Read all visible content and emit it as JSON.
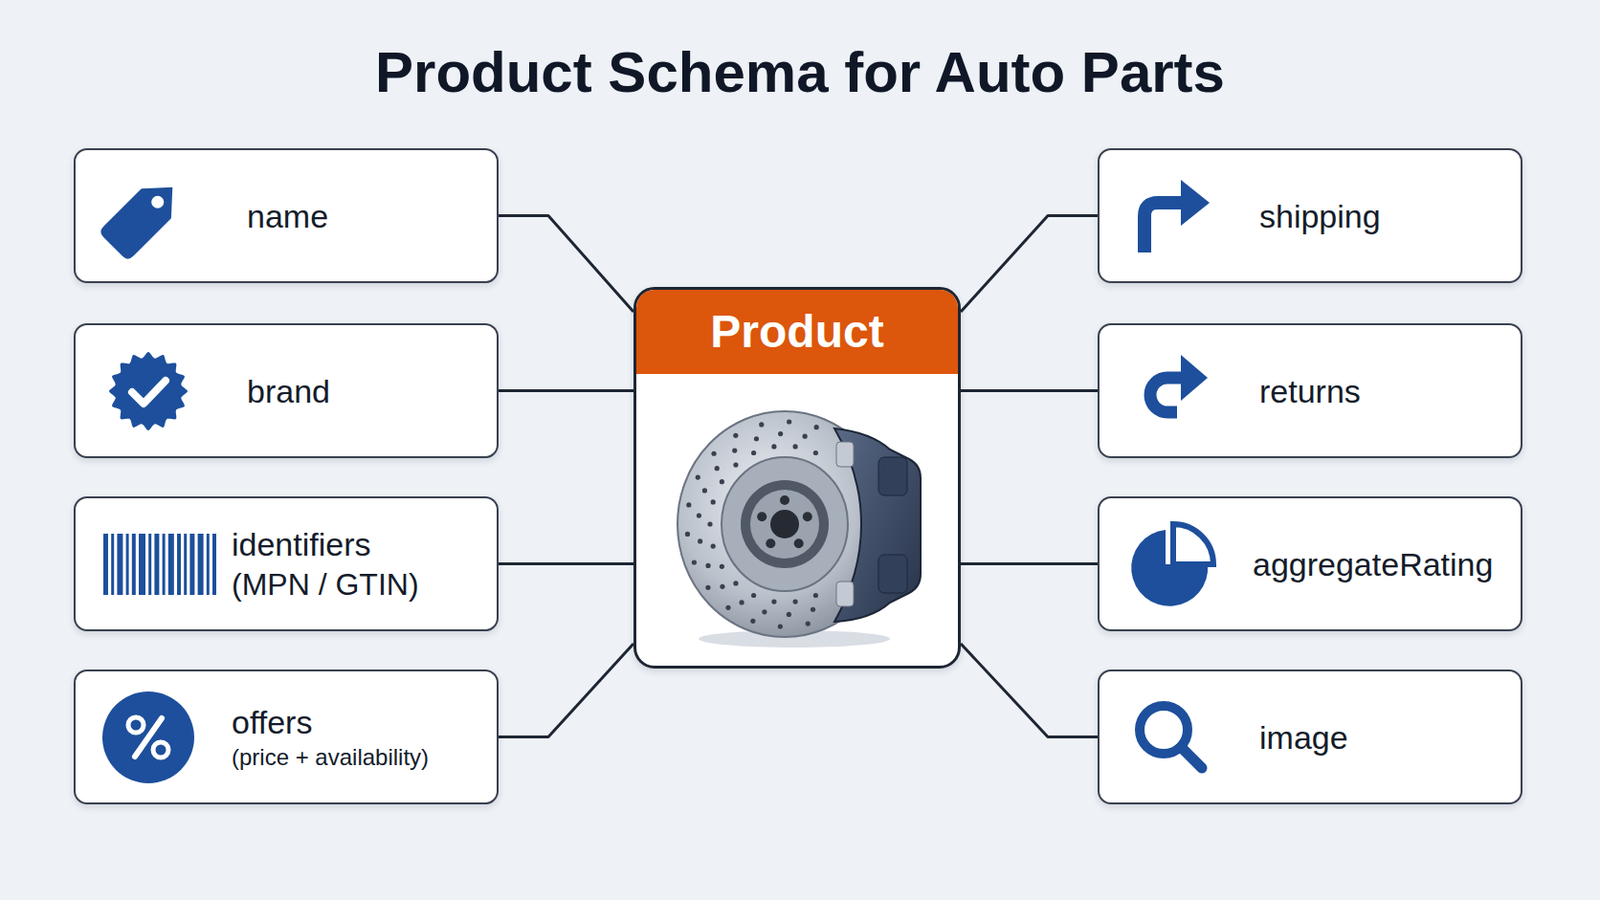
{
  "diagram": {
    "title": "Product Schema for Auto Parts",
    "nodes": [
      {
        "text": [
          "name"
        ]
      },
      {
        "text": [
          "brand"
        ]
      },
      {
        "text": [
          "identifiers",
          "(MPN / GTIN)"
        ]
      },
      {
        "text": [
          "offers",
          "(price + availability)"
        ]
      },
      {
        "text": [
          "Product"
        ]
      },
      {
        "text": [
          "shipping"
        ]
      },
      {
        "text": [
          "returns"
        ]
      },
      {
        "text": [
          "aggregateRating"
        ]
      },
      {
        "text": [
          "image"
        ]
      }
    ],
    "edges": [
      {
        "from": 4,
        "to": 0,
        "arrow": "none"
      },
      {
        "from": 4,
        "to": 1,
        "arrow": "none"
      },
      {
        "from": 4,
        "to": 2,
        "arrow": "none"
      },
      {
        "from": 4,
        "to": 3,
        "arrow": "none"
      },
      {
        "from": 4,
        "to": 5,
        "arrow": "none"
      },
      {
        "from": 4,
        "to": 6,
        "arrow": "none"
      },
      {
        "from": 4,
        "to": 7,
        "arrow": "none"
      },
      {
        "from": 4,
        "to": 8,
        "arrow": "none"
      }
    ]
  }
}
